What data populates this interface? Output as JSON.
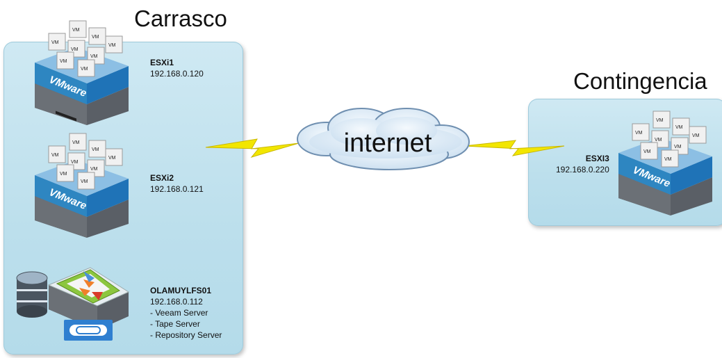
{
  "sites": {
    "left": {
      "title": "Carrasco"
    },
    "right": {
      "title": "Contingencia"
    }
  },
  "cloud": {
    "label": "internet"
  },
  "hosts": {
    "esxi1": {
      "name": "ESXi1",
      "ip": "192.168.0.120",
      "badge": "VMware",
      "vm_label": "VM"
    },
    "esxi2": {
      "name": "ESXi2",
      "ip": "192.168.0.121",
      "badge": "VMware",
      "vm_label": "VM"
    },
    "esxi3": {
      "name": "ESXI3",
      "ip": "192.168.0.220",
      "badge": "VMware",
      "vm_label": "VM"
    },
    "backup": {
      "name": "OLAMUYLFS01",
      "ip": "192.168.0.112",
      "roles": [
        "- Veeam Server",
        "- Tape Server",
        "- Repository Server"
      ]
    }
  },
  "colors": {
    "site_box": "#bcdfec",
    "vmware_band": "#2e86c1",
    "lightning": "#f2e600",
    "cloud_fill": "#d9e9f5"
  }
}
